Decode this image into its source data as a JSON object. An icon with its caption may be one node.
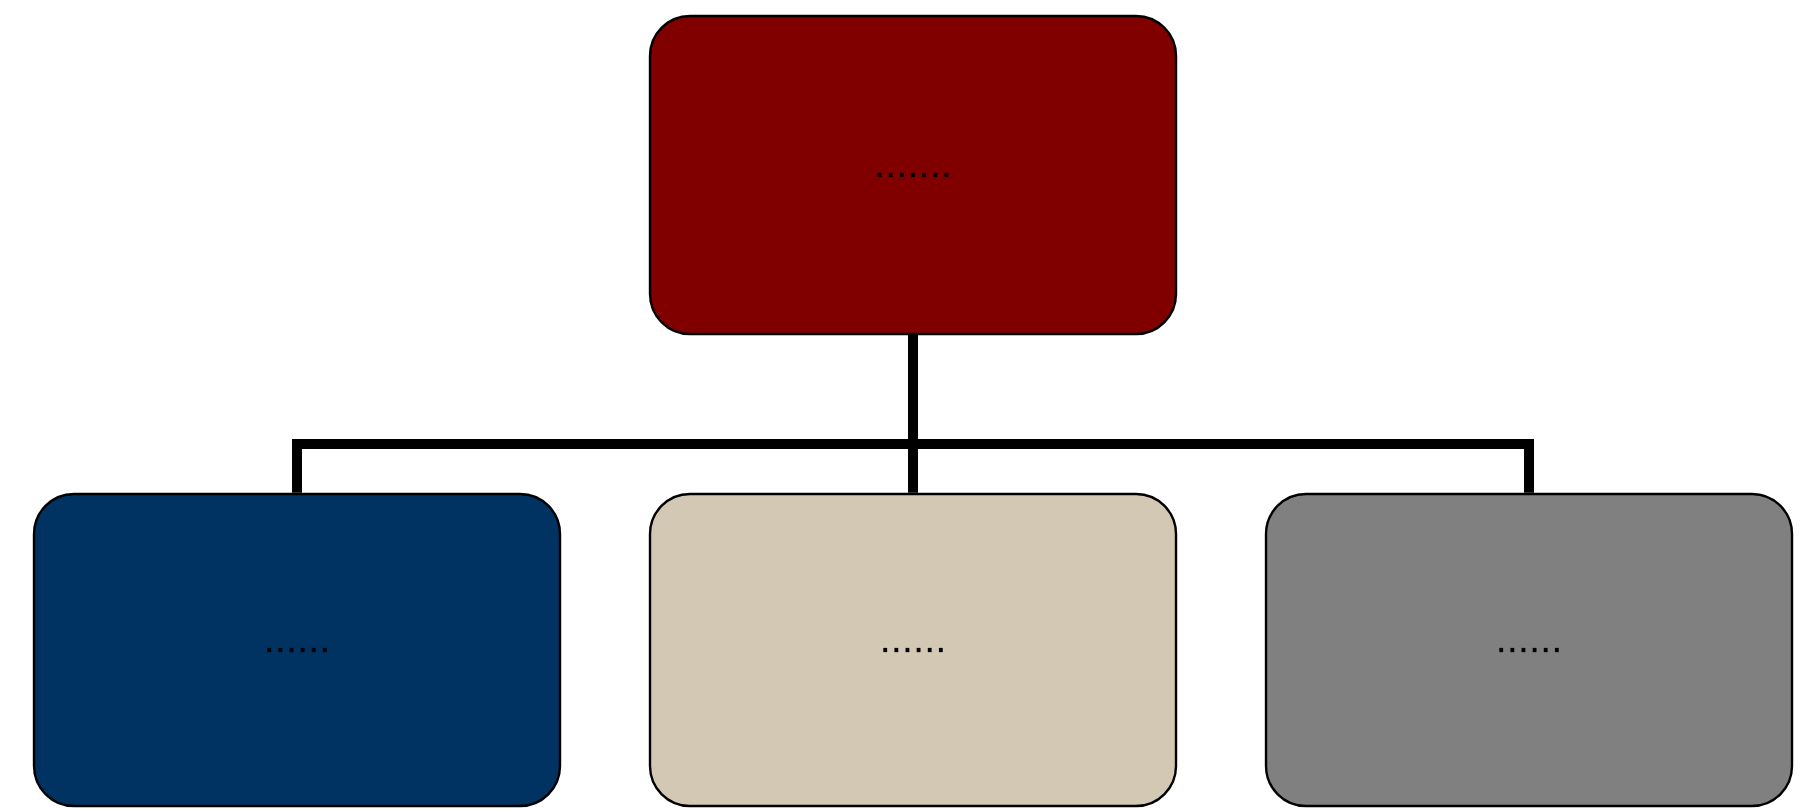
{
  "diagram": {
    "nodes": [
      {
        "text": [
          "......."
        ]
      },
      {
        "text": [
          "......"
        ]
      },
      {
        "text": [
          "......"
        ]
      },
      {
        "text": [
          "......"
        ]
      }
    ],
    "edges": [
      {
        "from": 0,
        "to": 1,
        "arrow": "none"
      },
      {
        "from": 0,
        "to": 2,
        "arrow": "none"
      },
      {
        "from": 0,
        "to": 3,
        "arrow": "none"
      }
    ]
  }
}
